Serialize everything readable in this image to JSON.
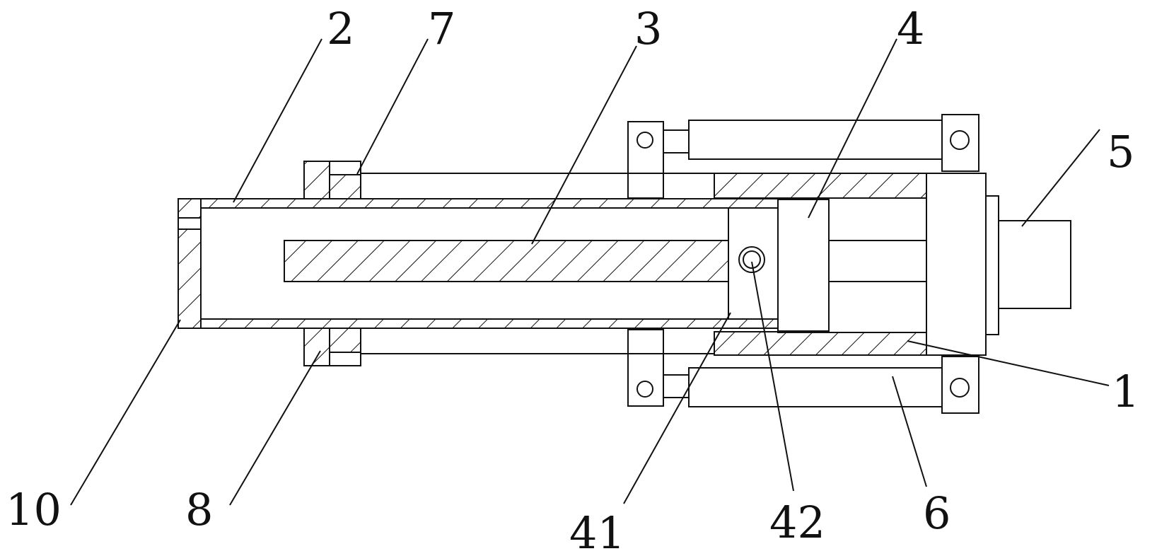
{
  "diagram": {
    "labels": {
      "l1": "1",
      "l2": "2",
      "l3": "3",
      "l4": "4",
      "l5": "5",
      "l6": "6",
      "l7": "7",
      "l8": "8",
      "l10": "10",
      "l41": "41",
      "l42": "42"
    }
  }
}
